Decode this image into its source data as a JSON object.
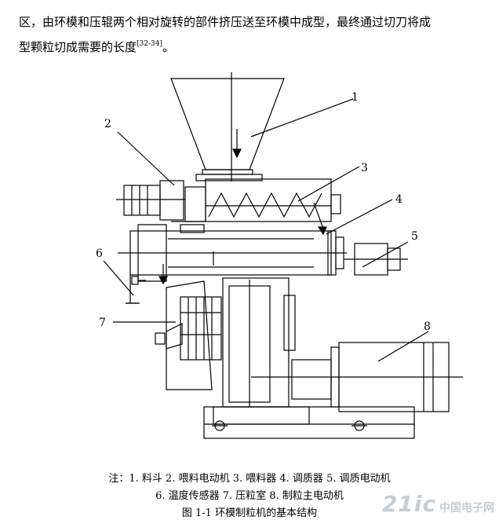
{
  "paragraph": {
    "line1": "区，由环模和压辊两个相对旋转的部件挤压送至环模中成型，最终通过切刀将成",
    "line2": "型颗粒切成需要的长度",
    "citation": "[32-34]",
    "line2_end": "。"
  },
  "figure": {
    "labels": [
      "1",
      "2",
      "3",
      "4",
      "5",
      "6",
      "7",
      "8"
    ]
  },
  "caption": {
    "note_line1": "注：1. 料斗  2. 喂料电动机  3. 喂料器  4. 调质器  5. 调质电动机",
    "note_line2": "6. 温度传感器  7. 压粒室  8. 制粒主电动机",
    "title": "图 1-1  环模制粒机的基本结构"
  },
  "watermark": {
    "logo": "21ic",
    "text": "中国电子网"
  }
}
